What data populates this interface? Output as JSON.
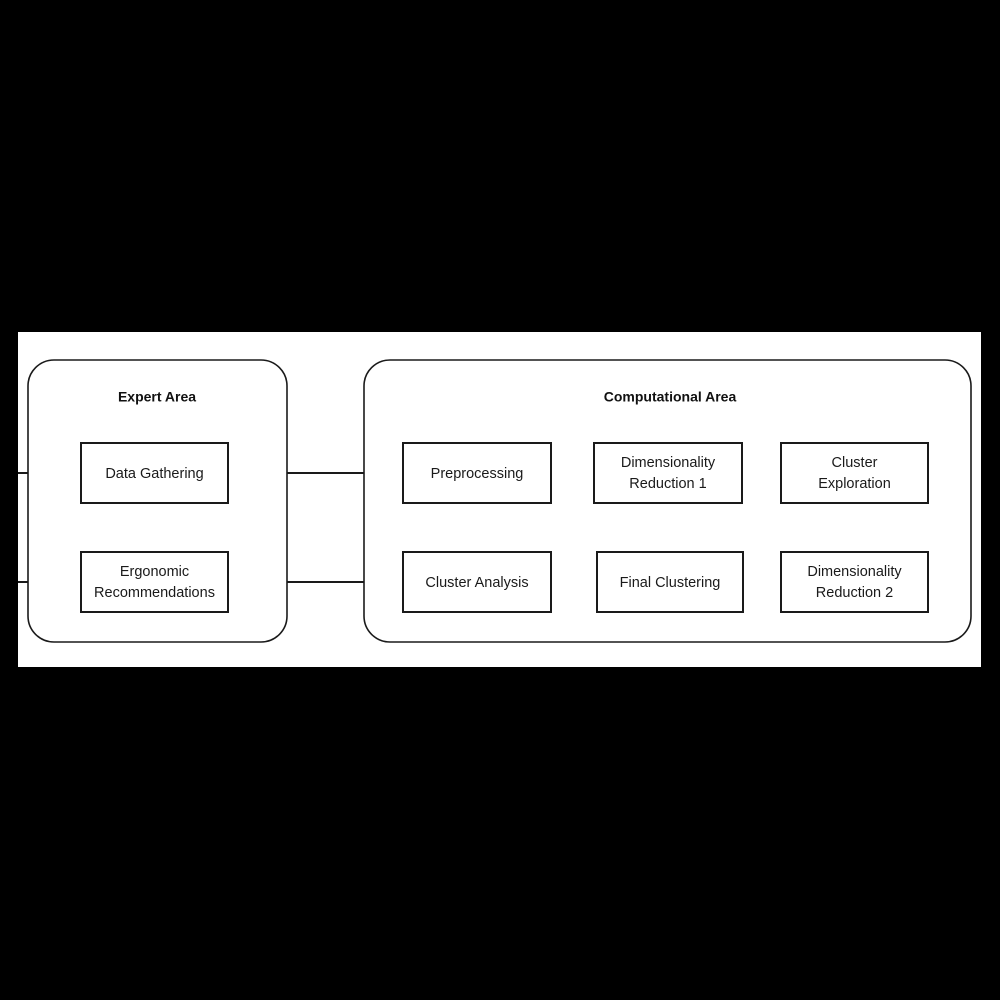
{
  "figure": {
    "background_color": "#000000",
    "canvas_color": "#ffffff",
    "stroke_color": "#1a1a1a",
    "text_color": "#1a1a1a"
  },
  "groups": [
    {
      "id": "expert-area",
      "title": "Expert Area"
    },
    {
      "id": "computational-area",
      "title": "Computational Area"
    }
  ],
  "nodes": {
    "data_gathering": {
      "label": "Data Gathering"
    },
    "ergonomic_recommendations": {
      "line1": "Ergonomic",
      "line2": "Recommendations"
    },
    "preprocessing": {
      "label": "Preprocessing"
    },
    "dimensionality_reduction_1": {
      "line1": "Dimensionality",
      "line2": "Reduction 1"
    },
    "cluster_exploration": {
      "line1": "Cluster",
      "line2": "Exploration"
    },
    "dimensionality_reduction_2": {
      "line1": "Dimensionality",
      "line2": "Reduction 2"
    },
    "final_clustering": {
      "label": "Final Clustering"
    },
    "cluster_analysis": {
      "label": "Cluster Analysis"
    }
  },
  "edges": [
    {
      "id": "input-to-data-gathering",
      "from": "external-input",
      "to": "data_gathering",
      "direction": "right"
    },
    {
      "id": "data-gathering-to-preprocessing",
      "from": "data_gathering",
      "to": "preprocessing",
      "direction": "right"
    },
    {
      "id": "preprocessing-to-dr1",
      "from": "preprocessing",
      "to": "dimensionality_reduction_1",
      "direction": "right"
    },
    {
      "id": "dr1-to-cluster-exploration",
      "from": "dimensionality_reduction_1",
      "to": "cluster_exploration",
      "direction": "right"
    },
    {
      "id": "cluster-exploration-to-dr2",
      "from": "cluster_exploration",
      "to": "dimensionality_reduction_2",
      "direction": "down"
    },
    {
      "id": "dr2-to-final-clustering",
      "from": "dimensionality_reduction_2",
      "to": "final_clustering",
      "direction": "left"
    },
    {
      "id": "final-clustering-to-cluster-analysis",
      "from": "final_clustering",
      "to": "cluster_analysis",
      "direction": "left"
    },
    {
      "id": "cluster-analysis-to-ergonomic",
      "from": "cluster_analysis",
      "to": "ergonomic_recommendations",
      "direction": "left"
    },
    {
      "id": "ergonomic-to-output",
      "from": "ergonomic_recommendations",
      "to": "external-output",
      "direction": "left"
    }
  ]
}
